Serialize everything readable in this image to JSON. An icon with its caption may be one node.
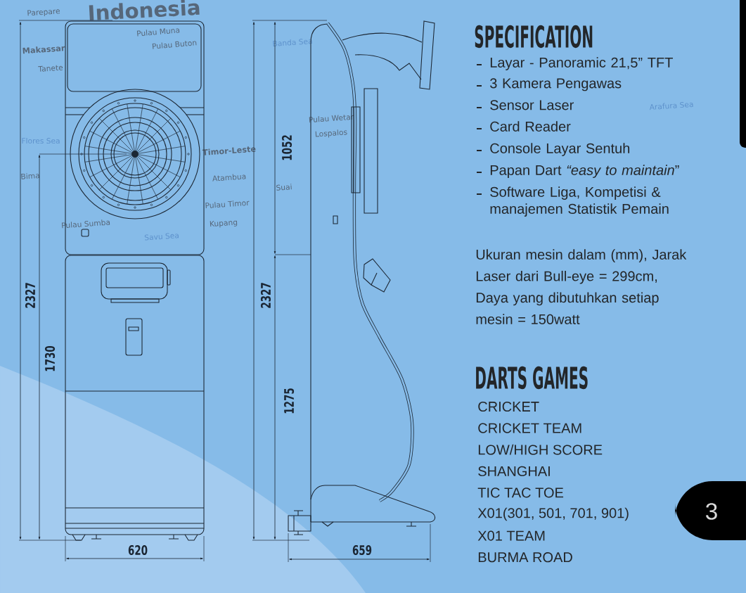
{
  "diagram": {
    "labels": [
      "2327",
      "1730",
      "620",
      "2327",
      "1052",
      "1275",
      "659",
      "SPECIFICATION",
      "Layar - Panoramic 21,5” TFT",
      "3 Kamera Pengawas",
      "Sensor Laser",
      "Card Reader",
      "Console Layar Sentuh",
      "Papan Dart *“easy to maintain*”",
      "Software Liga, Kompetisi & manajemen Statistik Pemain",
      "Ukuran mesin dalam (mm), Jarak Laser dari Bull-eye = 299cm, Daya yang dibutuhkan setiap mesin = 150watt",
      "DARTS GAMES",
      "CRICKET",
      "CRICKET TEAM",
      "LOW/HIGH SCORE",
      "SHANGHAI",
      "TIC TAC TOE",
      "X01(301, 501, 701, 901)",
      "X01 TEAM",
      "BURMA ROAD",
      "3",
      "Indonesia",
      "Parepare",
      "Makassar",
      "Tanete",
      "Pulau Muna",
      "Pulau Buton",
      "Banda Sea",
      "Pulau Wetar",
      "Lospalos",
      "Timor-Leste",
      "Atambua",
      "Suai",
      "Pulau Timor",
      "Kupang",
      "Pulau Sumba",
      "Bima",
      "Flores Sea",
      "Savu Sea",
      "Arafura Sea"
    ]
  }
}
